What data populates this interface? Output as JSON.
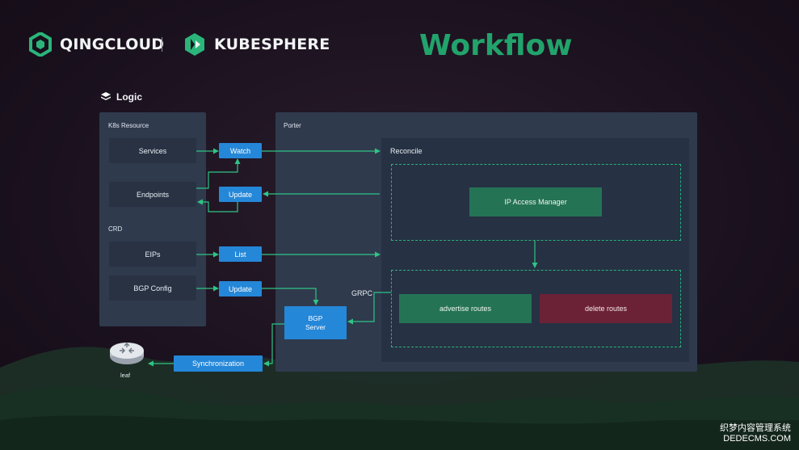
{
  "header": {
    "brand1": "QINGCLOUD",
    "brand2": "KUBESPHERE",
    "title": "Workflow"
  },
  "logic_label": "Logic",
  "k8s_panel": {
    "label": "K8s Resource",
    "items": [
      "Services",
      "Endpoints"
    ],
    "crd_label": "CRD",
    "crd_items": [
      "EIPs",
      "BGP Config"
    ]
  },
  "actions": {
    "watch": "Watch",
    "update_endpoints": "Update",
    "list": "List",
    "update_bgp": "Update",
    "synchronization": "Synchronization"
  },
  "porter": {
    "label": "Porter",
    "reconcile_label": "Reconcile",
    "ip_access_manager": "IP Access Manager",
    "advertise_routes": "advertise routes",
    "delete_routes": "delete routes",
    "grpc_label": "GRPC",
    "bgp_server_line1": "BGP",
    "bgp_server_line2": "Server"
  },
  "router_label": "leaf",
  "watermark": {
    "line1": "织梦内容管理系统",
    "line2": "DEDECMS.COM"
  },
  "colors": {
    "accent_green": "#22a36b",
    "action_blue": "#2587d8",
    "arrow_green": "#2fc486",
    "delete_red": "#6b2236"
  }
}
